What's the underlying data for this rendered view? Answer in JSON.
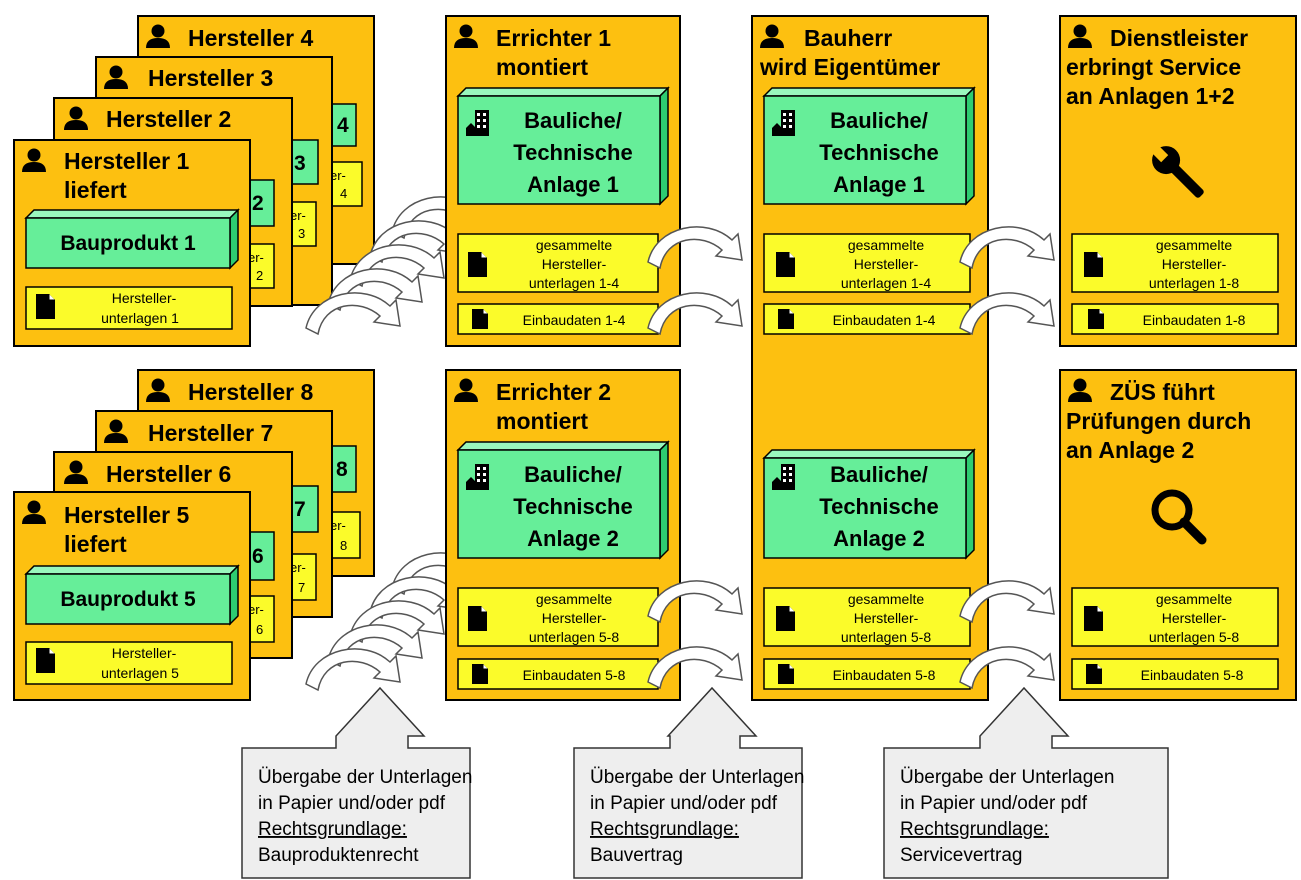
{
  "colors": {
    "card": "#fdc010",
    "doc": "#fbfb2a",
    "green": "#66ee99",
    "callout": "#eeeeee"
  },
  "icons": {
    "person": "person-icon",
    "document": "document-icon",
    "building": "building-icon",
    "wrench": "wrench-icon",
    "magnifier": "magnifier-icon"
  },
  "hersteller_top": {
    "h4": "Hersteller 4",
    "h3": "Hersteller 3",
    "h2": "Hersteller 2",
    "h1_line1": "Hersteller 1",
    "h1_line2": "liefert",
    "product": "Bauprodukt 1",
    "doc_line1": "Hersteller-",
    "doc_line2": "unterlagen  1",
    "peek4": "4",
    "peek3": "3",
    "peek2": "2",
    "peekdoc4": "er-",
    "peekdoc4b": "4",
    "peekdoc3": "er-",
    "peekdoc3b": "3",
    "peekdoc2": "er-",
    "peekdoc2b": "2"
  },
  "hersteller_bottom": {
    "h8": "Hersteller 8",
    "h7": "Hersteller 7",
    "h6": "Hersteller 6",
    "h5_line1": "Hersteller 5",
    "h5_line2": "liefert",
    "product": "Bauprodukt 5",
    "doc_line1": "Hersteller-",
    "doc_line2": "unterlagen  5",
    "peek8": "8",
    "peek7": "7",
    "peek6": "6",
    "peekdoc8": "er-",
    "peekdoc8b": "8",
    "peekdoc7": "er-",
    "peekdoc7b": "7",
    "peekdoc6": "er-",
    "peekdoc6b": "6"
  },
  "errichter1": {
    "line1": "Errichter 1",
    "line2": "montiert",
    "anlage": [
      "Bauliche/",
      "Technische",
      "Anlage 1"
    ],
    "docs": [
      "gesammelte",
      "Hersteller-",
      "unterlagen  1-4"
    ],
    "einbau": "Einbaudaten  1-4"
  },
  "errichter2": {
    "line1": "Errichter 2",
    "line2": "montiert",
    "anlage": [
      "Bauliche/",
      "Technische",
      "Anlage 2"
    ],
    "docs": [
      "gesammelte",
      "Hersteller-",
      "unterlagen  5-8"
    ],
    "einbau": "Einbaudaten  5-8"
  },
  "bauherr": {
    "line1": "Bauherr",
    "line2": "wird Eigentümer",
    "anlage1": [
      "Bauliche/",
      "Technische",
      "Anlage 1"
    ],
    "docs1": [
      "gesammelte",
      "Hersteller-",
      "unterlagen  1-4"
    ],
    "einbau1": "Einbaudaten  1-4",
    "anlage2": [
      "Bauliche/",
      "Technische",
      "Anlage 2"
    ],
    "docs2": [
      "gesammelte",
      "Hersteller-",
      "unterlagen  5-8"
    ],
    "einbau2": "Einbaudaten  5-8"
  },
  "dienstleister": {
    "line1": "Dienstleister",
    "line2": "erbringt Service",
    "line3": "an Anlagen 1+2",
    "docs": [
      "gesammelte",
      "Hersteller-",
      "unterlagen  1-8"
    ],
    "einbau": "Einbaudaten  1-8"
  },
  "zues": {
    "line1": "ZÜS führt",
    "line2": "Prüfungen durch",
    "line3": "an Anlage 2",
    "docs": [
      "gesammelte",
      "Hersteller-",
      "unterlagen  5-8"
    ],
    "einbau": "Einbaudaten  5-8"
  },
  "callouts": [
    {
      "line1": "Übergabe der Unterlagen",
      "line2": "in Papier und/oder pdf",
      "line3": "Rechtsgrundlage:",
      "line4": "Bauproduktenrecht"
    },
    {
      "line1": "Übergabe der Unterlagen",
      "line2": "in Papier und/oder pdf",
      "line3": "Rechtsgrundlage:",
      "line4": "Bauvertrag"
    },
    {
      "line1": "Übergabe der Unterlagen",
      "line2": "in Papier und/oder pdf",
      "line3": "Rechtsgrundlage:",
      "line4": "Servicevertrag"
    }
  ]
}
